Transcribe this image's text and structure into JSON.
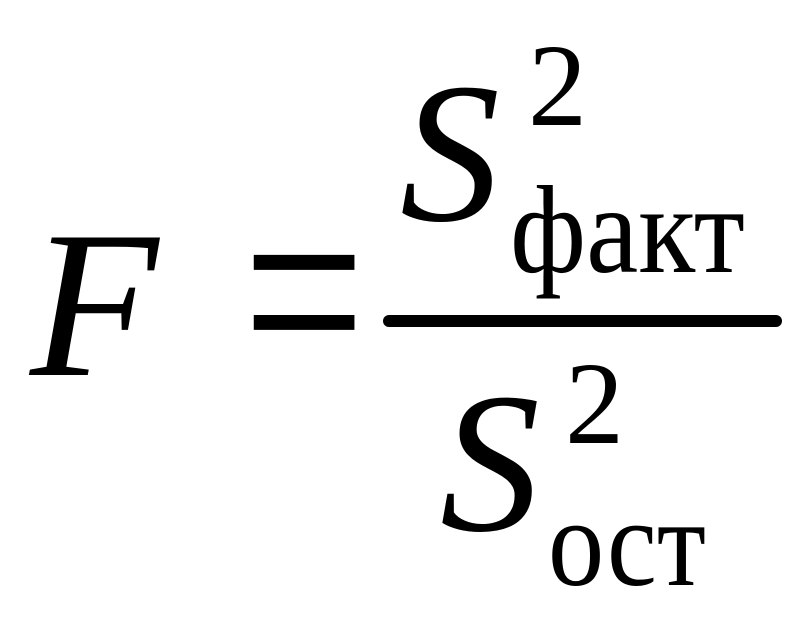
{
  "formula": {
    "lhs": "F",
    "equals": "=",
    "numerator": {
      "base": "S",
      "superscript": "2",
      "subscript": "факт"
    },
    "denominator": {
      "base": "S",
      "superscript": "2",
      "subscript": "ост"
    }
  },
  "colors": {
    "ink": "#000000",
    "background": "#ffffff"
  }
}
